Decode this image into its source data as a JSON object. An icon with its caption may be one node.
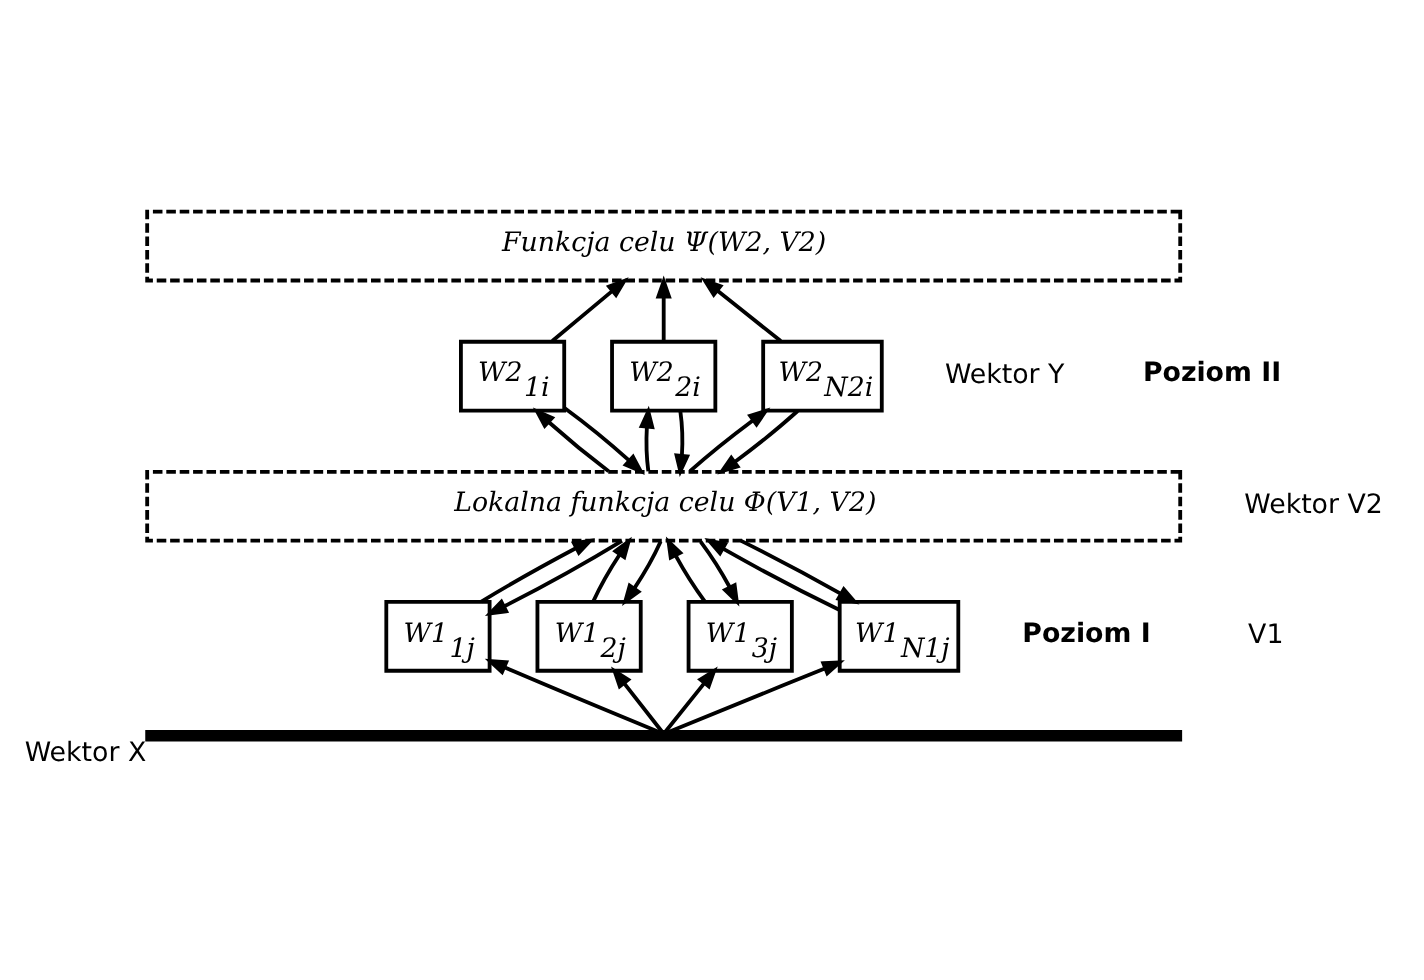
{
  "diagram": {
    "nodes": [
      {
        "text": [
          "Funkcja celu Ψ(W2, V2)"
        ]
      },
      {
        "text": [
          "W2$_{1i}$"
        ]
      },
      {
        "text": [
          "W2$_{2i}$"
        ]
      },
      {
        "text": [
          "W2$_{N2i}$"
        ]
      },
      {
        "text": [
          "Lokalna funkcja celu Φ(V1, V2)"
        ]
      },
      {
        "text": [
          "W1$_{1j}$"
        ]
      },
      {
        "text": [
          "W1$_{2j}$"
        ]
      },
      {
        "text": [
          "W1$_{3j}$"
        ]
      },
      {
        "text": [
          "W1$_{N1j}$"
        ]
      },
      {
        "text": [],
        "shape": "bar",
        "beside": [
          "Wektor X"
        ]
      }
    ],
    "edges": [
      {
        "from": 1,
        "to": 0,
        "arrow": "to"
      },
      {
        "from": 2,
        "to": 0,
        "arrow": "to"
      },
      {
        "from": 3,
        "to": 0,
        "arrow": "to"
      },
      {
        "from": 4,
        "to": 1,
        "arrow": "to"
      },
      {
        "from": 1,
        "to": 4,
        "arrow": "to"
      },
      {
        "from": 4,
        "to": 2,
        "arrow": "to"
      },
      {
        "from": 2,
        "to": 4,
        "arrow": "to"
      },
      {
        "from": 4,
        "to": 3,
        "arrow": "to"
      },
      {
        "from": 3,
        "to": 4,
        "arrow": "to"
      },
      {
        "from": 5,
        "to": 4,
        "arrow": "to"
      },
      {
        "from": 4,
        "to": 5,
        "arrow": "to"
      },
      {
        "from": 6,
        "to": 4,
        "arrow": "to"
      },
      {
        "from": 4,
        "to": 6,
        "arrow": "to"
      },
      {
        "from": 7,
        "to": 4,
        "arrow": "to"
      },
      {
        "from": 4,
        "to": 7,
        "arrow": "to"
      },
      {
        "from": 8,
        "to": 4,
        "arrow": "to"
      },
      {
        "from": 4,
        "to": 8,
        "arrow": "to"
      },
      {
        "from": 9,
        "to": 5,
        "arrow": "to"
      },
      {
        "from": 9,
        "to": 6,
        "arrow": "to"
      },
      {
        "from": 9,
        "to": 7,
        "arrow": "to"
      },
      {
        "from": 9,
        "to": 8,
        "arrow": "to"
      }
    ],
    "labels": [
      "Wektor Y",
      "Poziom II",
      "Wektor V2",
      "Poziom I",
      "V1"
    ]
  }
}
